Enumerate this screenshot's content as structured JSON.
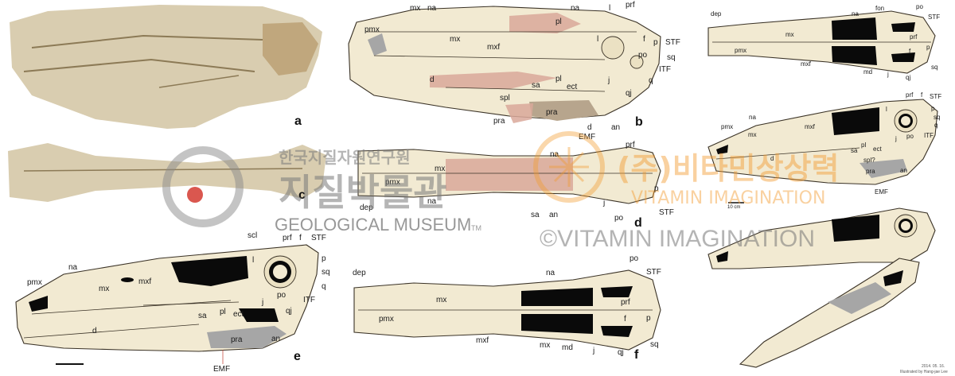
{
  "panels": {
    "a": "a",
    "b": "b",
    "c": "c",
    "d": "d",
    "e": "e",
    "f": "f"
  },
  "labels_b": [
    "mx",
    "na",
    "pmx",
    "mx",
    "mxf",
    "pl",
    "na",
    "l",
    "prf",
    "STF",
    "f",
    "p",
    "po",
    "sq",
    "l",
    "ITF",
    "q",
    "j",
    "ect",
    "pl",
    "d",
    "sa",
    "spl",
    "qj",
    "pra",
    "pra",
    "d",
    "an",
    "EMF"
  ],
  "labels_d": [
    "na",
    "prf",
    "mx",
    "pmx",
    "dep",
    "na",
    "sa",
    "an",
    "j",
    "po",
    "p",
    "STF"
  ],
  "labels_e": [
    "scl",
    "prf",
    "f",
    "STF",
    "na",
    "p",
    "pmx",
    "mx",
    "mxf",
    "l",
    "sq",
    "q",
    "po",
    "j",
    "pl",
    "ect",
    "qj",
    "ITF",
    "d",
    "sa",
    "an",
    "pra",
    "EMF"
  ],
  "labels_f": [
    "po",
    "dep",
    "na",
    "STF",
    "mx",
    "prf",
    "pmx",
    "p",
    "f",
    "mxf",
    "mx",
    "md",
    "j",
    "qj",
    "sq"
  ],
  "labels_tr": [
    "dep",
    "na",
    "fon",
    "po",
    "STF",
    "mx",
    "prf",
    "pmx",
    "p",
    "f",
    "mxf",
    "md",
    "j",
    "qj",
    "sq"
  ],
  "labels_mr": [
    "prf",
    "f",
    "STF",
    "na",
    "l",
    "p",
    "pmx",
    "sq",
    "mxf",
    "q",
    "mx",
    "po",
    "ITF",
    "j",
    "pl",
    "ect",
    "sa",
    "d",
    "spl?",
    "pra",
    "an",
    "EMF"
  ],
  "scale_label": "10 cm",
  "credit": {
    "date": "2014. 05. 16.",
    "by": "Illustrated by Hang-jae Lee"
  },
  "watermarks": {
    "museum_korean_1": "한국지질자원연구원",
    "museum_korean_2": "지질박물관",
    "museum_english": "GEOLOGICAL MUSEUM",
    "museum_tm": "TM",
    "vitamin_korean": "(주)비타민상상력",
    "vitamin_english": "VITAMIN IMAGINATION",
    "vitamin_copyright": "©VITAMIN IMAGINATION"
  },
  "colors": {
    "bone": "#f2ead2",
    "fenestra": "#0a0a0a",
    "pink_region": "#d9a89a",
    "taupe_region": "#b7a58d",
    "grey_region": "#a6a6a6",
    "leader": "#c0392b",
    "watermark_orange": "#f39a2e"
  }
}
